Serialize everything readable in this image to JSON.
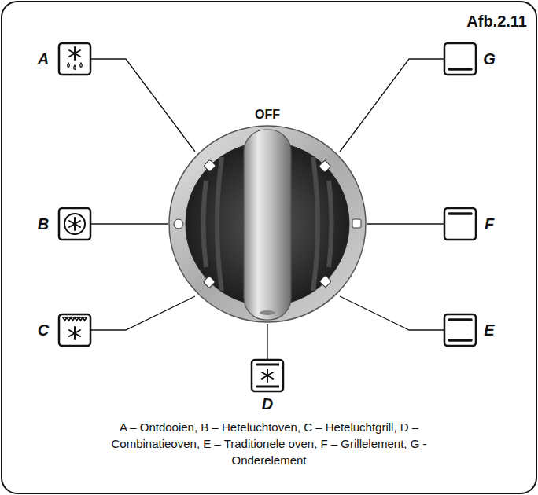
{
  "diagram": {
    "title": "Afb.2.11",
    "caption": "A – Ontdooien,  B – Heteluchtoven,  C – Heteluchtgrill, D – Combinatieoven,  E – Traditionele oven,  F – Grillelement, G - Onderelement",
    "labels": [
      "A",
      "B",
      "C",
      "D",
      "E",
      "F",
      "G",
      "OFF"
    ]
  }
}
